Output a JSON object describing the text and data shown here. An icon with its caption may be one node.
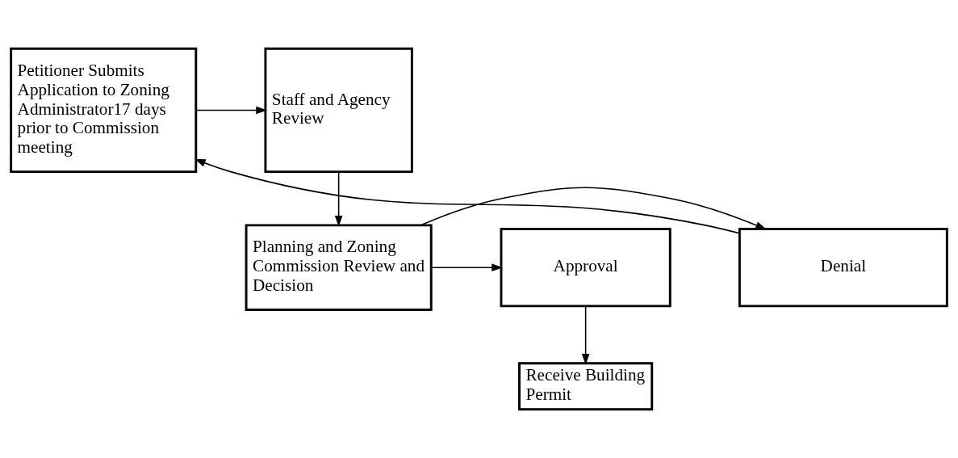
{
  "diagram": {
    "nodes": [
      {
        "text": [
          "Petitioner Submits Application to Zoning Administrator17 days prior to Commission meeting"
        ]
      },
      {
        "text": [
          "Staff and Agency Review"
        ]
      },
      {
        "text": [
          "Denial"
        ]
      },
      {
        "text": [
          "Planning and Zoning Commission Review and Decision"
        ]
      },
      {
        "text": [
          "Approval"
        ]
      },
      {
        "text": [
          "Receive Building Permit"
        ]
      }
    ],
    "edges": [
      {
        "from": 0,
        "to": 1,
        "arrow": "to"
      },
      {
        "from": 1,
        "to": 3,
        "arrow": "to"
      },
      {
        "from": 3,
        "to": 2,
        "arrow": "to"
      },
      {
        "from": 3,
        "to": 4,
        "arrow": "to"
      },
      {
        "from": 2,
        "to": 0,
        "arrow": "to"
      },
      {
        "from": 4,
        "to": 5,
        "arrow": "to"
      }
    ]
  }
}
